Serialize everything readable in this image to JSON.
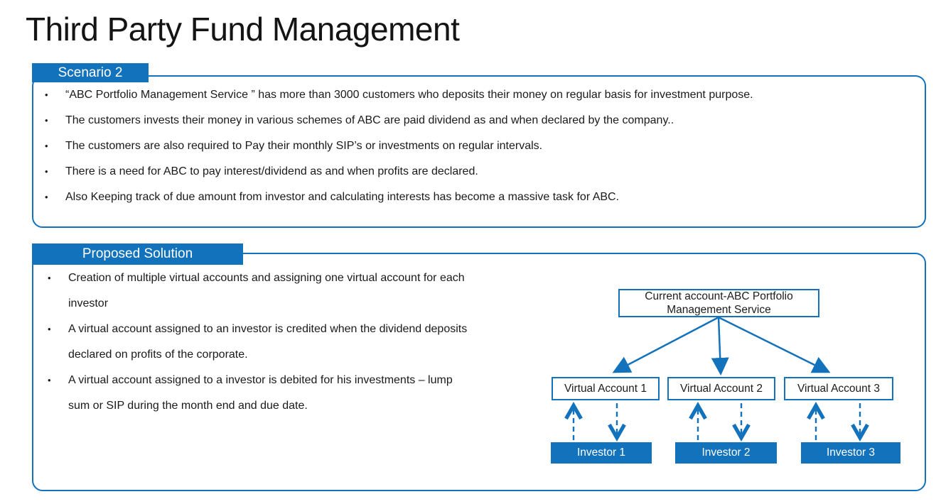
{
  "title": "Third Party Fund Management",
  "colors": {
    "accent_blue": "#1272BC",
    "body_text": "#1a1a1a",
    "tab_text": "#ffffff"
  },
  "scenario": {
    "tab_label": "Scenario 2",
    "bullets": [
      "“ABC Portfolio Management Service ” has more than 3000 customers who deposits their money on regular basis for investment purpose.",
      "The customers invests their money in various schemes of ABC are paid dividend as and when declared by the company..",
      "The customers are also required to Pay their monthly SIP’s or investments on regular intervals.",
      "There is a need for ABC to pay interest/dividend as and when profits are declared.",
      "Also Keeping track of due amount from investor and calculating interests has become a massive task for ABC."
    ]
  },
  "solution": {
    "tab_label": "Proposed Solution",
    "bullets": [
      "Creation of multiple virtual accounts and assigning one virtual account for each\ninvestor",
      "A virtual account assigned to an investor is credited when the dividend deposits\ndeclared on profits of the corporate.",
      "A virtual account assigned to a investor is debited for his investments – lump\nsum or SIP during the month end and due date."
    ],
    "diagram": {
      "root_label": "Current account-ABC Portfolio Management Service",
      "virtual_accounts": [
        "Virtual Account 1",
        "Virtual Account 2",
        "Virtual Account 3"
      ],
      "investors": [
        "Investor 1",
        "Investor 2",
        "Investor 3"
      ]
    }
  }
}
